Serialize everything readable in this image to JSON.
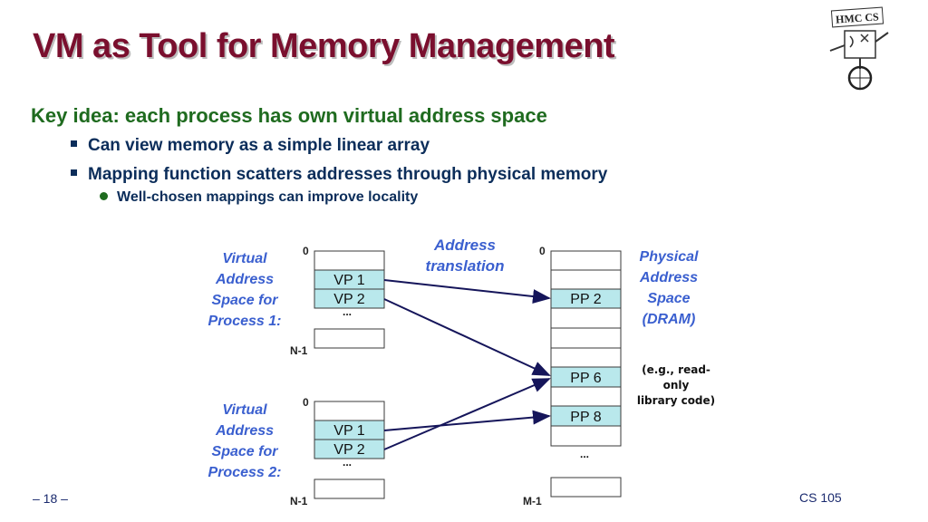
{
  "slide": {
    "title": "VM as Tool for Memory Management",
    "key_idea": "Key idea: each process has own virtual address space",
    "bullets": [
      "Can view memory as a simple linear array",
      "Mapping function scatters addresses through physical memory"
    ],
    "sub_bullet": "Well-chosen mappings can improve locality",
    "page_number": "– 18 –",
    "course": "CS 105",
    "logo_text": "HMC CS"
  },
  "diagram": {
    "vas1_label": [
      "Virtual",
      "Address",
      "Space for",
      "Process 1:"
    ],
    "vas2_label": [
      "Virtual",
      "Address",
      "Space for",
      "Process 2:"
    ],
    "translation_label": [
      "Address",
      "translation"
    ],
    "pas_label": [
      "Physical",
      "Address",
      "Space",
      "(DRAM)"
    ],
    "zero": "0",
    "n_minus_1": "N-1",
    "m_minus_1": "M-1",
    "ellipsis": "...",
    "vp1": "VP 1",
    "vp2": "VP 2",
    "pp2": "PP 2",
    "pp6": "PP 6",
    "pp8": "PP 8",
    "note": [
      "(e.g., read-only",
      "library code)"
    ]
  },
  "colors": {
    "title": "#7a0f2e",
    "key": "#1f6b1f",
    "text": "#0b2d5a",
    "label": "#3a5fcf",
    "highlight": "#b9e8ec"
  }
}
